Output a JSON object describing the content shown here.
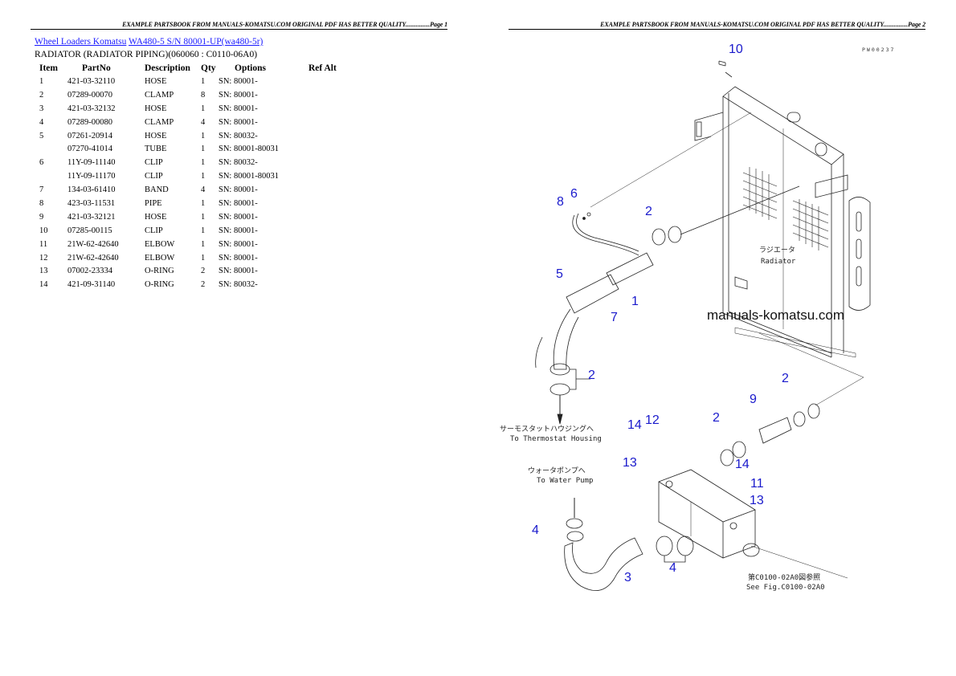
{
  "pages": [
    {
      "header": "EXAMPLE PARTSBOOK FROM MANUALS-KOMATSU.COM ORIGINAL PDF HAS BETTER QUALITY................Page 1",
      "breadcrumb": [
        {
          "label": "Wheel Loaders Komatsu"
        },
        {
          "label": "WA480-5 S/N 80001-UP(wa480-5r)"
        }
      ],
      "subtitle": "RADIATOR (RADIATOR PIPING)(060060 :  C0110-06A0)",
      "table": {
        "columns": [
          "Item",
          "PartNo",
          "Description",
          "Qty",
          "Options",
          "Ref Alt"
        ],
        "rows": [
          {
            "item": "1",
            "part": "421-03-32110",
            "desc": "HOSE",
            "qty": "1",
            "opt": "SN: 80001-"
          },
          {
            "item": "2",
            "part": "07289-00070",
            "desc": "CLAMP",
            "qty": "8",
            "opt": "SN: 80001-"
          },
          {
            "item": "3",
            "part": "421-03-32132",
            "desc": "HOSE",
            "qty": "1",
            "opt": "SN: 80001-"
          },
          {
            "item": "4",
            "part": "07289-00080",
            "desc": "CLAMP",
            "qty": "4",
            "opt": "SN: 80001-"
          },
          {
            "item": "5",
            "part": "07261-20914",
            "desc": "HOSE",
            "qty": "1",
            "opt": "SN: 80032-"
          },
          {
            "item": "",
            "part": "07270-41014",
            "desc": "TUBE",
            "qty": "1",
            "opt": "SN: 80001-80031"
          },
          {
            "item": "6",
            "part": "11Y-09-11140",
            "desc": "CLIP",
            "qty": "1",
            "opt": "SN: 80032-"
          },
          {
            "item": "",
            "part": "11Y-09-11170",
            "desc": "CLIP",
            "qty": "1",
            "opt": "SN: 80001-80031"
          },
          {
            "item": "7",
            "part": "134-03-61410",
            "desc": "BAND",
            "qty": "4",
            "opt": "SN: 80001-"
          },
          {
            "item": "8",
            "part": "423-03-11531",
            "desc": "PIPE",
            "qty": "1",
            "opt": "SN: 80001-"
          },
          {
            "item": "9",
            "part": "421-03-32121",
            "desc": "HOSE",
            "qty": "1",
            "opt": "SN: 80001-"
          },
          {
            "item": "10",
            "part": "07285-00115",
            "desc": "CLIP",
            "qty": "1",
            "opt": "SN: 80001-"
          },
          {
            "item": "11",
            "part": "21W-62-42640",
            "desc": "ELBOW",
            "qty": "1",
            "opt": "SN: 80001-"
          },
          {
            "item": "12",
            "part": "21W-62-42640",
            "desc": "ELBOW",
            "qty": "1",
            "opt": "SN: 80001-"
          },
          {
            "item": "13",
            "part": "07002-23334",
            "desc": "O-RING",
            "qty": "2",
            "opt": "SN: 80001-"
          },
          {
            "item": "14",
            "part": "421-09-31140",
            "desc": "O-RING",
            "qty": "2",
            "opt": "SN: 80032-"
          }
        ]
      }
    },
    {
      "header": "EXAMPLE PARTSBOOK FROM MANUALS-KOMATSU.COM ORIGINAL PDF HAS BETTER QUALITY................Page 2",
      "diagram": {
        "code": "PW00237",
        "watermark": "manuals-komatsu.com",
        "radiator_jp": "ラジエータ",
        "radiator_en": "Radiator",
        "thermostat_jp": "サーモスタットハウジングへ",
        "thermostat_en": "To Thermostat Housing",
        "waterpump_jp": "ウォータポンプへ",
        "waterpump_en": "To Water Pump",
        "seefig_jp": "第C0100-02A0図参照",
        "seefig_en": "See Fig.C0100-02A0",
        "callouts": [
          "10",
          "8",
          "6",
          "2",
          "5",
          "1",
          "7",
          "2",
          "2",
          "9",
          "2",
          "14",
          "12",
          "13",
          "14",
          "11",
          "13",
          "4",
          "3",
          "4"
        ],
        "label_color": "#1a1acc"
      }
    }
  ]
}
